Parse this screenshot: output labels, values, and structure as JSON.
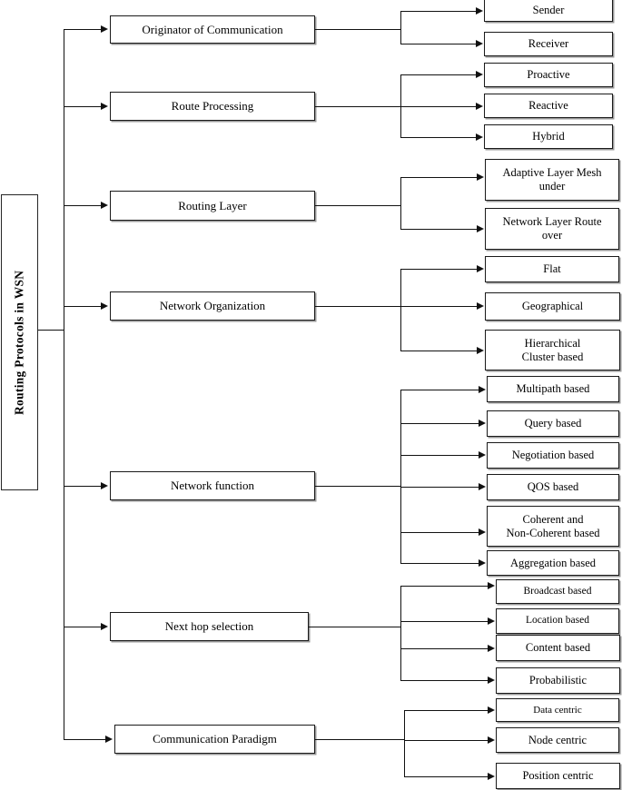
{
  "diagram": {
    "root": {
      "label": "Routing Protocols in WSN"
    },
    "categories": [
      {
        "label": "Originator of Communication",
        "children": [
          "Sender",
          "Receiver"
        ]
      },
      {
        "label": "Route Processing",
        "children": [
          "Proactive",
          "Reactive",
          "Hybrid"
        ]
      },
      {
        "label": "Routing Layer",
        "children": [
          "Adaptive Layer Mesh under",
          "Network Layer Route over"
        ]
      },
      {
        "label": "Network Organization",
        "children": [
          "Flat",
          "Geographical",
          "Hierarchical Cluster based"
        ]
      },
      {
        "label": "Network function",
        "children": [
          "Multipath based",
          "Query based",
          "Negotiation based",
          "QOS based",
          "Coherent and Non-Coherent based",
          "Aggregation based"
        ]
      },
      {
        "label": "Next hop selection",
        "children": [
          "Broadcast based",
          "Location based",
          "Content based",
          "Probabilistic"
        ]
      },
      {
        "label": "Communication Paradigm",
        "children": [
          "Data centric",
          "Node centric",
          "Position centric"
        ]
      }
    ],
    "leaves": [
      {
        "id": "sender",
        "text": "Sender",
        "lines": [
          "Sender"
        ]
      },
      {
        "id": "receiver",
        "text": "Receiver",
        "lines": [
          "Receiver"
        ]
      },
      {
        "id": "proactive",
        "text": "Proactive",
        "lines": [
          "Proactive"
        ]
      },
      {
        "id": "reactive",
        "text": "Reactive",
        "lines": [
          "Reactive"
        ]
      },
      {
        "id": "hybrid",
        "text": "Hybrid",
        "lines": [
          "Hybrid"
        ]
      },
      {
        "id": "adaptive",
        "text": "Adaptive Layer Mesh under",
        "lines": [
          "Adaptive Layer Mesh",
          "under"
        ]
      },
      {
        "id": "netlayer",
        "text": "Network Layer Route over",
        "lines": [
          "Network Layer Route",
          "over"
        ]
      },
      {
        "id": "flat",
        "text": "Flat",
        "lines": [
          "Flat"
        ]
      },
      {
        "id": "geographical",
        "text": "Geographical",
        "lines": [
          "Geographical"
        ]
      },
      {
        "id": "hierarchical",
        "text": "Hierarchical Cluster based",
        "lines": [
          "Hierarchical",
          "Cluster based"
        ]
      },
      {
        "id": "multipath",
        "text": "Multipath based",
        "lines": [
          "Multipath based"
        ]
      },
      {
        "id": "query",
        "text": "Query based",
        "lines": [
          "Query based"
        ]
      },
      {
        "id": "negotiation",
        "text": "Negotiation based",
        "lines": [
          "Negotiation based"
        ]
      },
      {
        "id": "qos",
        "text": "QOS based",
        "lines": [
          "QOS based"
        ]
      },
      {
        "id": "coherent",
        "text": "Coherent and Non-Coherent based",
        "lines": [
          "Coherent and",
          "Non-Coherent based"
        ]
      },
      {
        "id": "aggregation",
        "text": "Aggregation based",
        "lines": [
          "Aggregation based"
        ]
      },
      {
        "id": "broadcast",
        "text": "Broadcast based",
        "lines": [
          "Broadcast based"
        ]
      },
      {
        "id": "location",
        "text": "Location based",
        "lines": [
          "Location based"
        ]
      },
      {
        "id": "content",
        "text": "Content based",
        "lines": [
          "Content based"
        ]
      },
      {
        "id": "probabilistic",
        "text": "Probabilistic",
        "lines": [
          "Probabilistic"
        ]
      },
      {
        "id": "datacentric",
        "text": "Data centric",
        "lines": [
          "Data centric"
        ]
      },
      {
        "id": "nodecentric",
        "text": "Node centric",
        "lines": [
          "Node centric"
        ]
      },
      {
        "id": "positioncentric",
        "text": "Position centric",
        "lines": [
          "Position centric"
        ]
      }
    ],
    "colors": {
      "line": "#111111",
      "border": "#1a1a1a",
      "background": "#ffffff",
      "text": "#000000"
    }
  }
}
